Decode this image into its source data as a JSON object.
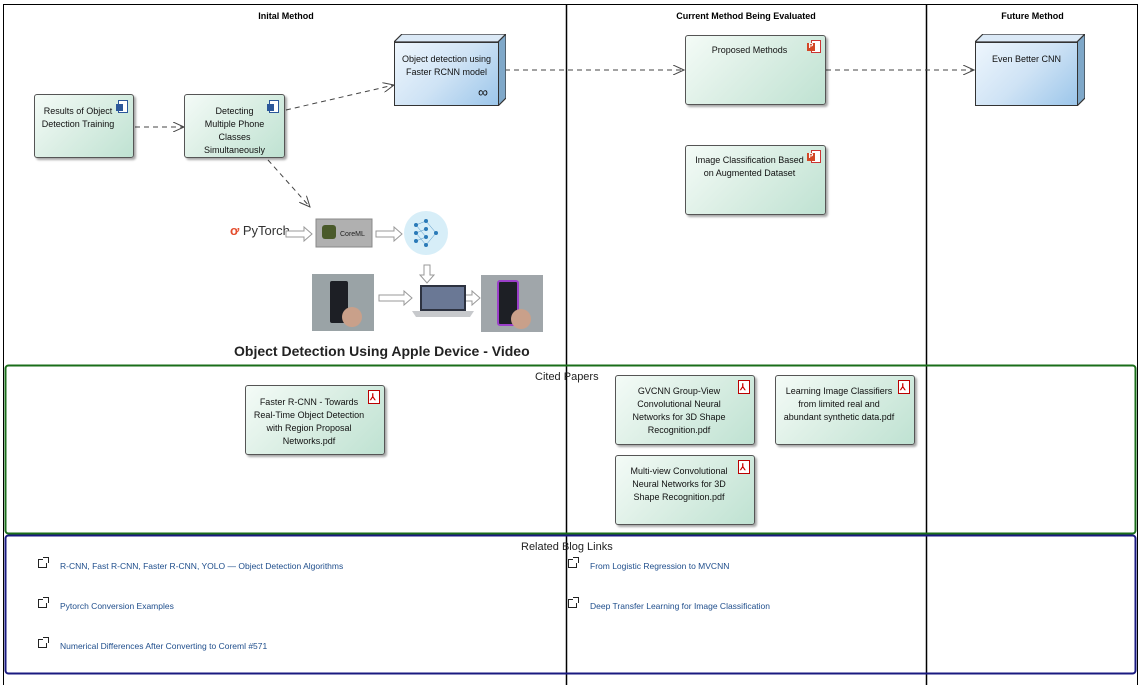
{
  "lanes": {
    "initial": "Inital Method",
    "current": "Current Method Being Evaluated",
    "future": "Future Method"
  },
  "sections": {
    "cited_papers": "Cited Papers",
    "related_blog_links": "Related Blog Links"
  },
  "nodes": {
    "results": "Results of Object Detection Training",
    "detecting": "Detecting Multiple Phone Classes Simultaneously",
    "faster_rcnn_model": "Object detection using Faster RCNN model",
    "proposed_methods": "Proposed Methods",
    "image_classification": "Image Classification Based on Augmented Dataset",
    "even_better_cnn": "Even Better CNN",
    "paper_faster_rcnn": "Faster R-CNN - Towards Real-Time Object Detection with Region Proposal Networks.pdf",
    "paper_gvcnn": "GVCNN Group-View Convolutional Neural Networks for 3D Shape Recognition.pdf",
    "paper_learning": "Learning Image Classifiers from limited real and abundant synthetic data.pdf",
    "paper_multiview": "Multi-view Convolutional Neural Networks for 3D Shape Recognition.pdf"
  },
  "image": {
    "pytorch_label": "PyTorch",
    "coreml_label": "CoreML",
    "caption": "Object Detection Using Apple Device - Video"
  },
  "links": {
    "left": [
      "R-CNN, Fast R-CNN, Faster R-CNN, YOLO — Object Detection Algorithms",
      "Pytorch Conversion Examples",
      "Numerical Differences After Converting to Coreml #571"
    ],
    "right": [
      "From Logistic Regression to MVCNN",
      "Deep Transfer Learning for Image Classification"
    ]
  },
  "colors": {
    "cited_border": "#1a6e1a",
    "blog_border": "#1a1a80",
    "link_text": "#1f4e8c",
    "node_green": "#cfe9dc",
    "node_blue": "#bcd9f0"
  }
}
